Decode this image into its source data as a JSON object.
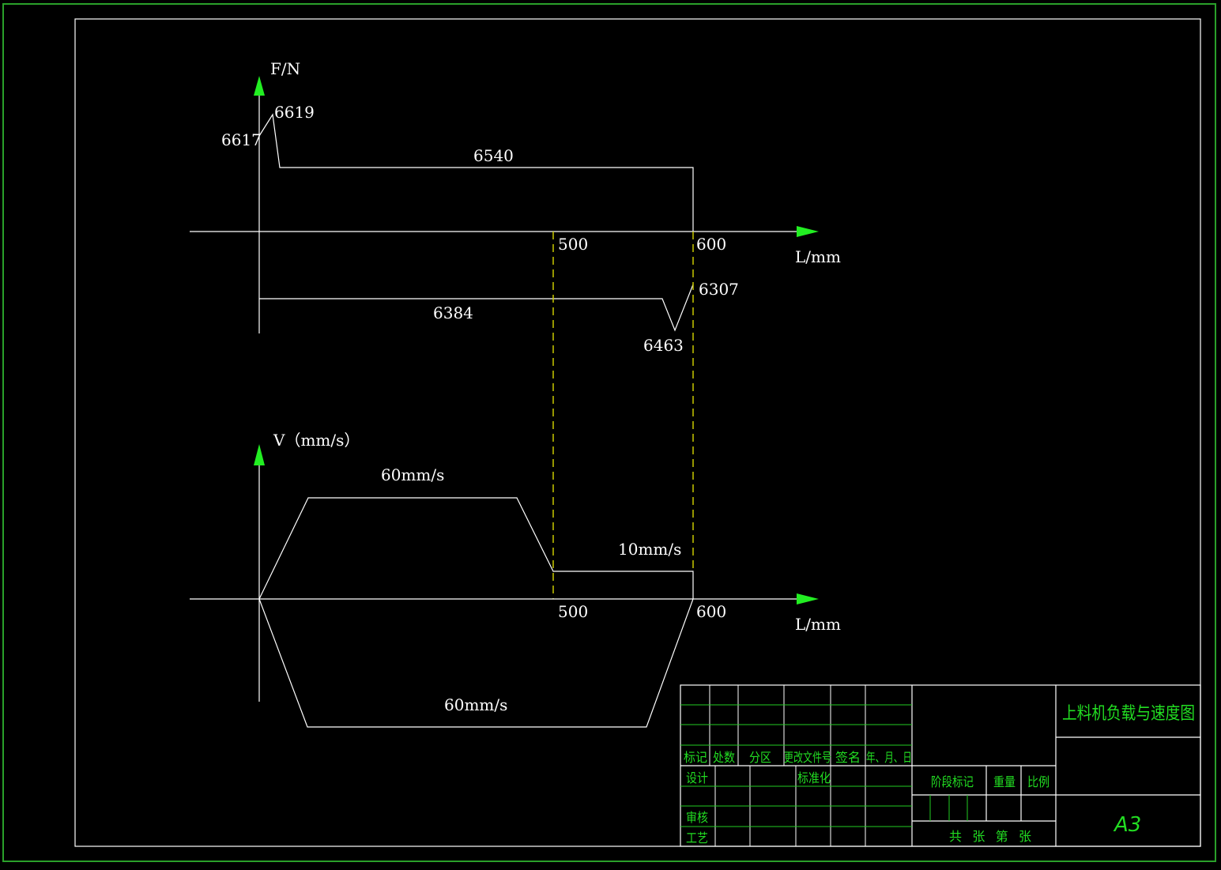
{
  "colors": {
    "background": "#000000",
    "line": "#ffffff",
    "accent": "#22dd22",
    "dashed": "#c8c800",
    "frame_outer": "#2aa02a"
  },
  "force_chart": {
    "axis_y_label": "F/N",
    "axis_x_label": "L/mm",
    "upper_values": {
      "start": "6617",
      "peak": "6619",
      "steady": "6540"
    },
    "lower_values": {
      "steady": "6384",
      "dip": "6463",
      "end": "6307"
    },
    "x_ticks": {
      "a": "500",
      "b": "600"
    }
  },
  "velocity_chart": {
    "axis_y_label": "V（mm/s）",
    "axis_x_label": "L/mm",
    "forward_fast": "60mm/s",
    "forward_slow": "10mm/s",
    "return_fast": "60mm/s",
    "x_ticks": {
      "a": "500",
      "b": "600"
    }
  },
  "title_block": {
    "drawing_title": "上料机负载与速度图",
    "sheet_size": "A3",
    "row_labels": {
      "mark": "标记",
      "count": "处数",
      "zone": "分区",
      "doc": "更改文件号",
      "sign": "签名",
      "date": "年、月、日"
    },
    "design": "设计",
    "standardize": "标准化",
    "review": "审核",
    "process": "工艺",
    "stage_mark": "阶段标记",
    "weight": "重量",
    "scale": "比例",
    "sheets": "共 张 第 张"
  }
}
